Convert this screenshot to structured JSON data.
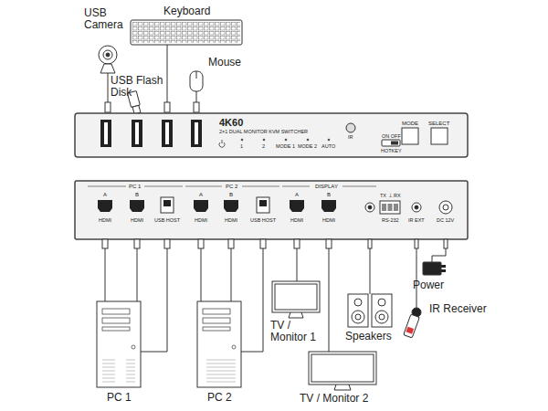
{
  "diagram": {
    "nodes": [
      {
        "text": [
          "4K60",
          "2×1 DUAL MONITOR KVM SWITCHER"
        ]
      }
    ],
    "labels": [
      "USB Camera",
      "Keyboard",
      "Mouse",
      "USB Flash Disk",
      "1",
      "2",
      "MODE 1",
      "MODE 2",
      "AUTO",
      "IR",
      "ON OFF",
      "HOTKEY",
      "MODE",
      "SELECT",
      "PC 1",
      "A",
      "B",
      "HDMI",
      "HDMI",
      "USB HOST",
      "PC 2",
      "A",
      "B",
      "HDMI",
      "HDMI",
      "USB HOST",
      "DISPLAY",
      "A",
      "B",
      "HDMI",
      "HDMI",
      "TX ⊥ RX",
      "RS-232",
      "IR EXT",
      "DC 12V",
      "Power",
      "IR Receiver",
      "Speakers",
      "TV / Monitor 1",
      "PC 1",
      "PC 2",
      "TV / Monitor 2"
    ]
  }
}
